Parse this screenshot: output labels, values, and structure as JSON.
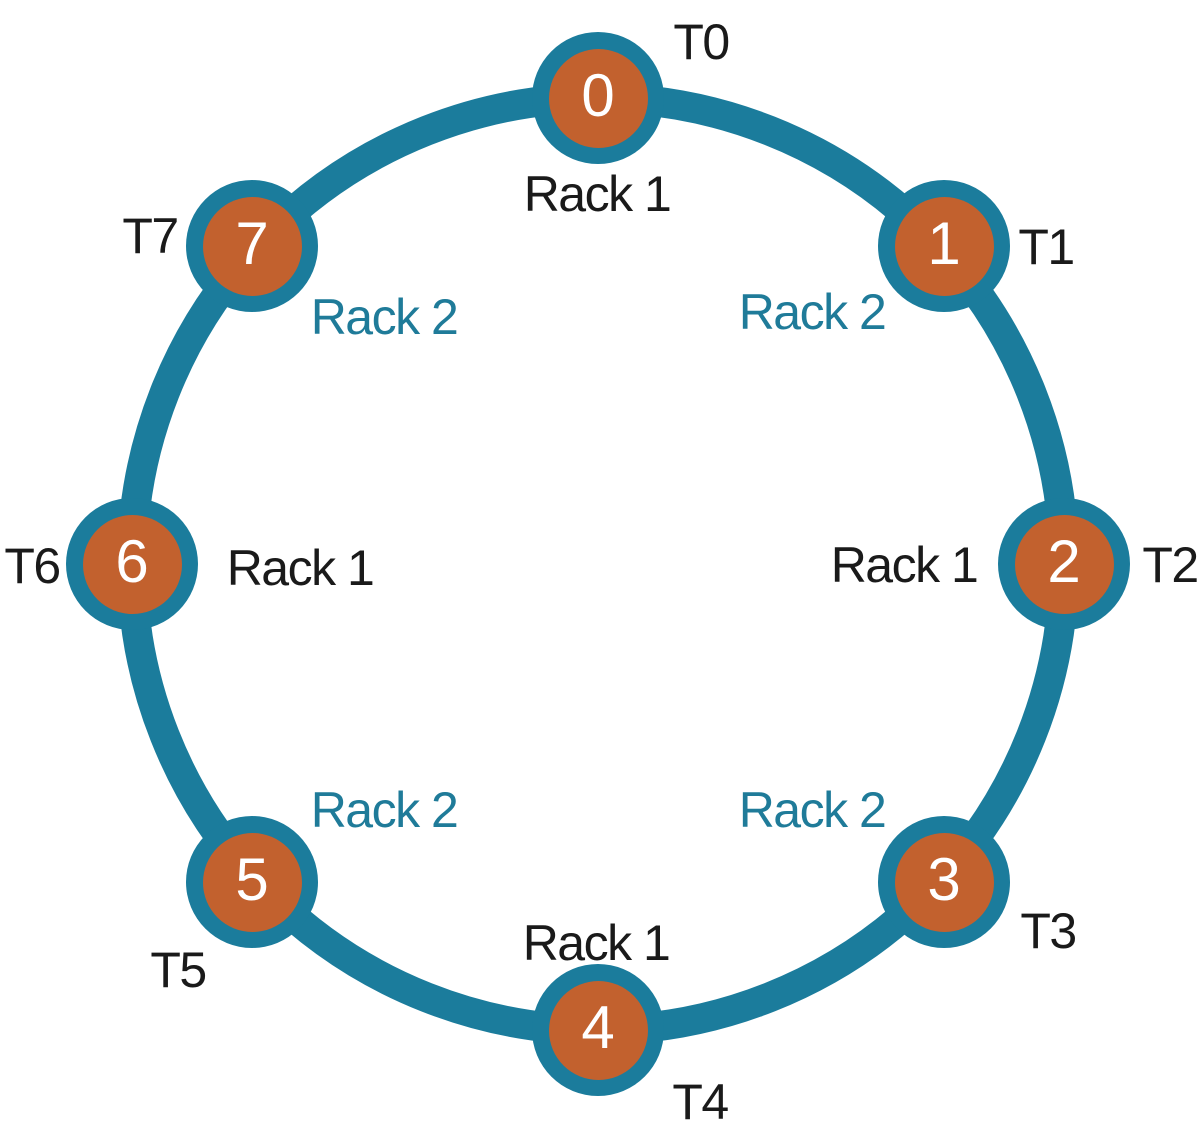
{
  "diagram": {
    "type": "ring-topology",
    "node_count": 8,
    "colors": {
      "ring": "#1b7c9c",
      "node_fill": "#c2612e",
      "node_border": "#1b7c9c",
      "node_text": "#ffffff",
      "label_dark": "#1a1a1a",
      "label_teal": "#1f7b99"
    },
    "nodes": [
      {
        "id": "0",
        "t_label": "T0",
        "rack_label": "Rack 1",
        "rack": "Rack 1"
      },
      {
        "id": "1",
        "t_label": "T1",
        "rack_label": "Rack 2",
        "rack": "Rack 2"
      },
      {
        "id": "2",
        "t_label": "T2",
        "rack_label": "Rack 1",
        "rack": "Rack 1"
      },
      {
        "id": "3",
        "t_label": "T3",
        "rack_label": "Rack 2",
        "rack": "Rack 2"
      },
      {
        "id": "4",
        "t_label": "T4",
        "rack_label": "Rack 1",
        "rack": "Rack 1"
      },
      {
        "id": "5",
        "t_label": "T5",
        "rack_label": "Rack 2",
        "rack": "Rack 2"
      },
      {
        "id": "6",
        "t_label": "T6",
        "rack_label": "Rack 1",
        "rack": "Rack 1"
      },
      {
        "id": "7",
        "t_label": "T7",
        "rack_label": "Rack 2",
        "rack": "Rack 2"
      }
    ],
    "edges": [
      [
        "0",
        "1"
      ],
      [
        "1",
        "2"
      ],
      [
        "2",
        "3"
      ],
      [
        "3",
        "4"
      ],
      [
        "4",
        "5"
      ],
      [
        "5",
        "6"
      ],
      [
        "6",
        "7"
      ],
      [
        "7",
        "0"
      ]
    ]
  }
}
